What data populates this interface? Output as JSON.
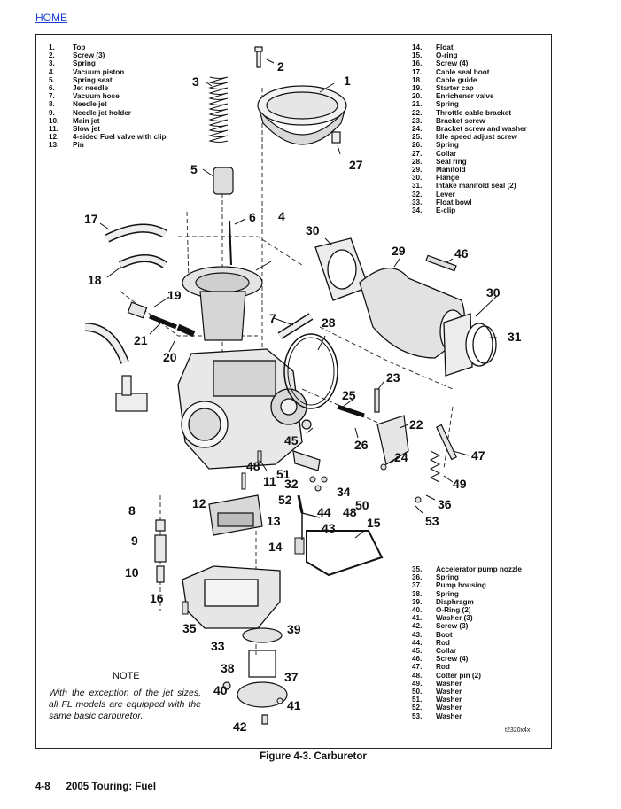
{
  "nav": {
    "home_link": "HOME"
  },
  "legend_top_left": [
    {
      "num": "1.",
      "label": "Top"
    },
    {
      "num": "2.",
      "label": "Screw (3)"
    },
    {
      "num": "3.",
      "label": "Spring"
    },
    {
      "num": "4.",
      "label": "Vacuum piston"
    },
    {
      "num": "5.",
      "label": "Spring seat"
    },
    {
      "num": "6.",
      "label": "Jet needle"
    },
    {
      "num": "7.",
      "label": "Vacuum hose"
    },
    {
      "num": "8.",
      "label": "Needle jet"
    },
    {
      "num": "9.",
      "label": "Needle jet holder"
    },
    {
      "num": "10.",
      "label": "Main jet"
    },
    {
      "num": "11.",
      "label": "Slow jet"
    },
    {
      "num": "12.",
      "label": "4-sided Fuel valve with clip"
    },
    {
      "num": "13.",
      "label": "Pin"
    }
  ],
  "legend_top_right": [
    {
      "num": "14.",
      "label": "Float"
    },
    {
      "num": "15.",
      "label": "O-ring"
    },
    {
      "num": "16.",
      "label": "Screw (4)"
    },
    {
      "num": "17.",
      "label": "Cable seal boot"
    },
    {
      "num": "18.",
      "label": "Cable guide"
    },
    {
      "num": "19.",
      "label": "Starter cap"
    },
    {
      "num": "20.",
      "label": "Enrichener valve"
    },
    {
      "num": "21.",
      "label": "Spring"
    },
    {
      "num": "22.",
      "label": "Throttle cable bracket"
    },
    {
      "num": "23.",
      "label": "Bracket screw"
    },
    {
      "num": "24.",
      "label": "Bracket screw and washer"
    },
    {
      "num": "25.",
      "label": "Idle speed adjust screw"
    },
    {
      "num": "26.",
      "label": "Spring"
    },
    {
      "num": "27.",
      "label": "Collar"
    },
    {
      "num": "28.",
      "label": "Seal ring"
    },
    {
      "num": "29.",
      "label": "Manifold"
    },
    {
      "num": "30.",
      "label": "Flange"
    },
    {
      "num": "31.",
      "label": "Intake manifold seal (2)"
    },
    {
      "num": "32.",
      "label": "Lever"
    },
    {
      "num": "33.",
      "label": "Float bowl"
    },
    {
      "num": "34.",
      "label": "E-clip"
    }
  ],
  "legend_bottom_right": [
    {
      "num": "35.",
      "label": "Accelerator pump nozzle"
    },
    {
      "num": "36.",
      "label": "Spring"
    },
    {
      "num": "37.",
      "label": "Pump housing"
    },
    {
      "num": "38.",
      "label": "Spring"
    },
    {
      "num": "39.",
      "label": "Diaphragm"
    },
    {
      "num": "40.",
      "label": "O-Ring (2)"
    },
    {
      "num": "41.",
      "label": "Washer (3)"
    },
    {
      "num": "42.",
      "label": "Screw (3)"
    },
    {
      "num": "43.",
      "label": "Boot"
    },
    {
      "num": "44.",
      "label": "Rod"
    },
    {
      "num": "45.",
      "label": "Collar"
    },
    {
      "num": "46.",
      "label": "Screw (4)"
    },
    {
      "num": "47.",
      "label": "Rod"
    },
    {
      "num": "48.",
      "label": "Cotter pin (2)"
    },
    {
      "num": "49.",
      "label": "Washer"
    },
    {
      "num": "50.",
      "label": "Washer"
    },
    {
      "num": "51.",
      "label": "Washer"
    },
    {
      "num": "52.",
      "label": "Washer"
    },
    {
      "num": "53.",
      "label": "Washer"
    }
  ],
  "callouts": [
    "1",
    "2",
    "3",
    "4",
    "5",
    "6",
    "7",
    "8",
    "9",
    "10",
    "11",
    "12",
    "13",
    "14",
    "15",
    "16",
    "17",
    "18",
    "19",
    "20",
    "21",
    "22",
    "23",
    "24",
    "25",
    "26",
    "27",
    "28",
    "29",
    "30",
    "30",
    "31",
    "32",
    "33",
    "34",
    "35",
    "36",
    "37",
    "38",
    "39",
    "40",
    "41",
    "42",
    "43",
    "44",
    "45",
    "46",
    "47",
    "48",
    "49",
    "50",
    "51",
    "52",
    "53"
  ],
  "note": {
    "title": "NOTE",
    "body": "With the exception of the jet sizes, all FL models are equipped with the same basic carburetor."
  },
  "art_code": "t2320x4x",
  "caption": "Figure 4-3. Carburetor",
  "footer": {
    "page": "4-8",
    "title": "2005 Touring: Fuel"
  }
}
